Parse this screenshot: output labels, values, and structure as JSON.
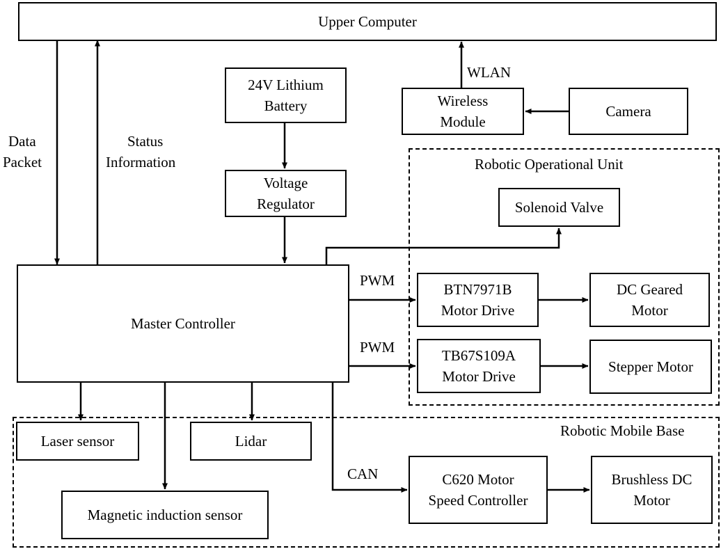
{
  "blocks": {
    "upper_computer": "Upper Computer",
    "battery": [
      "24V Lithium",
      "Battery"
    ],
    "voltage_regulator": [
      "Voltage",
      "Regulator"
    ],
    "wireless_module": [
      "Wireless",
      "Module"
    ],
    "camera": "Camera",
    "solenoid_valve": "Solenoid Valve",
    "master_controller": "Master Controller",
    "btn_drive": [
      "BTN7971B",
      "Motor Drive"
    ],
    "dc_geared_motor": [
      "DC Geared",
      "Motor"
    ],
    "tb_drive": [
      "TB67S109A",
      "Motor Drive"
    ],
    "stepper_motor": "Stepper Motor",
    "laser_sensor": "Laser sensor",
    "lidar": "Lidar",
    "magnetic_sensor": "Magnetic induction sensor",
    "c620_controller": [
      "C620 Motor",
      "Speed Controller"
    ],
    "brushless_motor": [
      "Brushless DC",
      "Motor"
    ]
  },
  "groups": {
    "operational_unit": "Robotic Operational Unit",
    "mobile_base": "Robotic Mobile Base"
  },
  "labels": {
    "data_packet": [
      "Data",
      "Packet"
    ],
    "status_information": [
      "Status",
      "Information"
    ],
    "wlan": "WLAN",
    "pwm_1": "PWM",
    "pwm_2": "PWM",
    "can": "CAN"
  }
}
